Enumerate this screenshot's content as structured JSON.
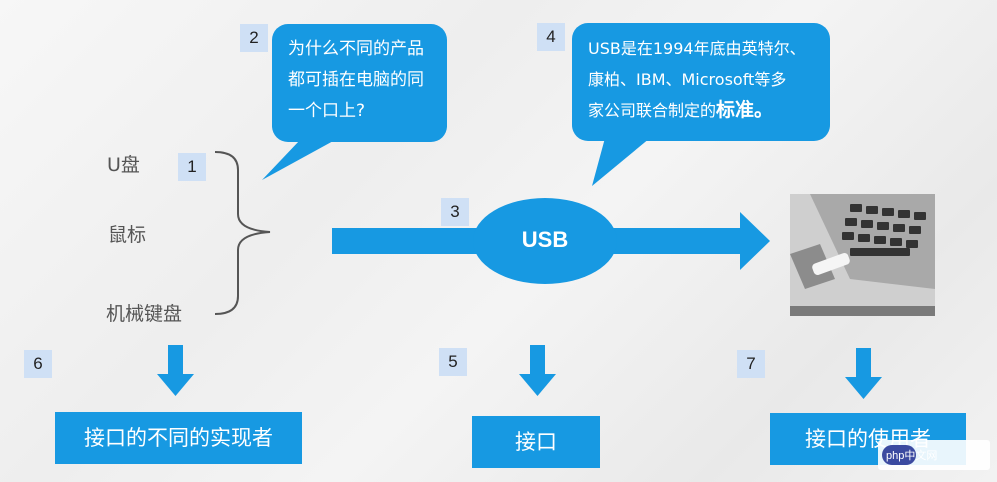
{
  "numbers": [
    "1",
    "2",
    "3",
    "4",
    "5",
    "6",
    "7"
  ],
  "left_items": [
    "U盘",
    "鼠标",
    "机械键盘"
  ],
  "bubble_question": {
    "line1": "为什么不同的产品",
    "line2": "都可插在电脑的同",
    "line3": "一个口上?"
  },
  "bubble_usb": {
    "line1": "USB是在1994年底由英特尔、",
    "line2": "康柏、IBM、Microsoft等多",
    "line3_prefix": "家公司联合制定的",
    "line3_emph": "标准。"
  },
  "center_label": "USB",
  "boxes": {
    "implementers": "接口的不同的实现者",
    "interface": "接口",
    "users": "接口的使用者"
  },
  "watermark": "php中文网",
  "colors": {
    "accent": "#1799e2",
    "number_bg": "#cfe0f5"
  }
}
